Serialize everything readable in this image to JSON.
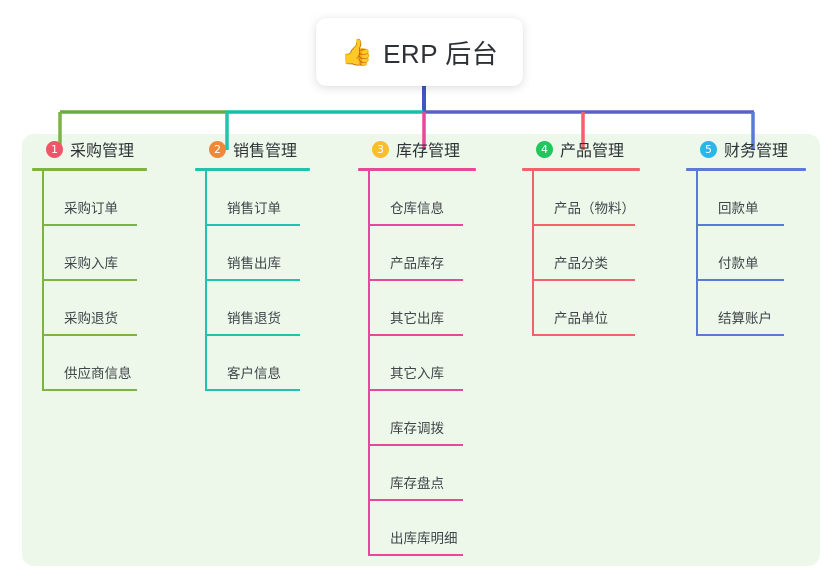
{
  "diagram": {
    "type": "mind-map",
    "title": {
      "emoji": "👍",
      "emoji_name": "thumbs-up-icon",
      "text": "ERP 后台"
    },
    "panel_color": "#eef8ea",
    "trunk_color": "#4355c0",
    "branch_bar": [
      {
        "color": "#6aab3f"
      },
      {
        "color": "#17bfa5"
      },
      {
        "color": "#5b5fc7"
      }
    ],
    "branches": [
      {
        "index": "1",
        "title": "采购管理",
        "badge_color": "#f2546a",
        "line_color": "#7cb342",
        "items": [
          "采购订单",
          "采购入库",
          "采购退货",
          "供应商信息"
        ]
      },
      {
        "index": "2",
        "title": "销售管理",
        "badge_color": "#f0883a",
        "line_color": "#22c3ad",
        "items": [
          "销售订单",
          "销售出库",
          "销售退货",
          "客户信息"
        ]
      },
      {
        "index": "3",
        "title": "库存管理",
        "badge_color": "#fbbe2b",
        "line_color": "#e8479b",
        "items": [
          "仓库信息",
          "产品库存",
          "其它出库",
          "其它入库",
          "库存调拨",
          "库存盘点",
          "出库库明细"
        ]
      },
      {
        "index": "4",
        "title": "产品管理",
        "badge_color": "#22c55e",
        "line_color": "#f4616b",
        "items": [
          "产品（物料）",
          "产品分类",
          "产品单位"
        ]
      },
      {
        "index": "5",
        "title": "财务管理",
        "badge_color": "#29b6e8",
        "line_color": "#5b79d8",
        "items": [
          "回款单",
          "付款单",
          "结算账户"
        ]
      }
    ]
  }
}
